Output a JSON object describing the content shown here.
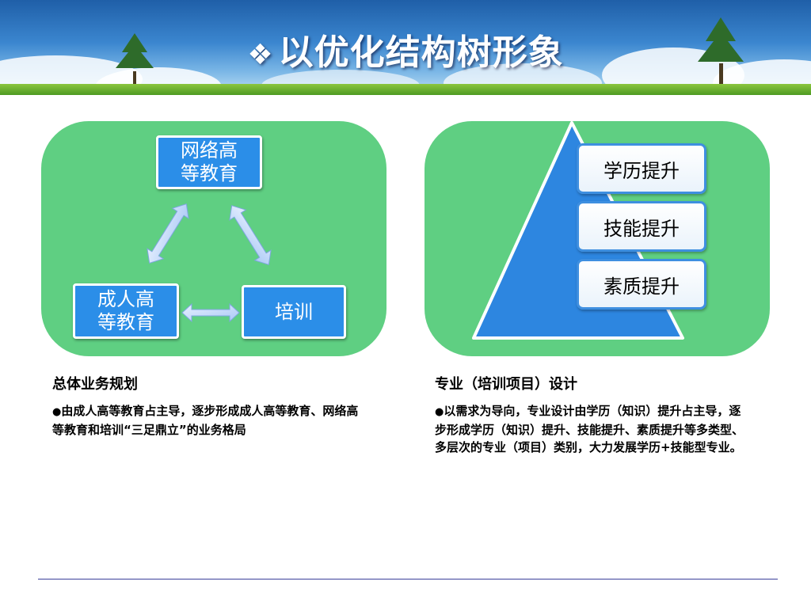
{
  "slide": {
    "title_bullet": "❖",
    "title": "以优化结构树形象"
  },
  "left_panel": {
    "nodes": {
      "top": "网络高\n等教育",
      "left": "成人高\n等教育",
      "right": "培训"
    },
    "heading": "总体业务规划",
    "bullet_marker": "●",
    "text": "由成人高等教育占主导，逐步形成成人高等教育、网络高等教育和培训“三足鼎立”的业务格局"
  },
  "right_panel": {
    "levels": [
      "学历提升",
      "技能提升",
      "素质提升"
    ],
    "heading": "专业（培训项目）设计",
    "bullet_marker": "●",
    "text": "以需求为导向，专业设计由学历（知识）提升占主导，逐步形成学历（知识）提升、技能提升、素质提升等多类型、多层次的专业（项目）类别，大力发展学历+技能型专业。"
  },
  "colors": {
    "panel_green": "#5fcf82",
    "node_blue": "#2b8ee8",
    "triangle_blue": "#2d86e0",
    "banner_blue": "#1f5fa8"
  }
}
